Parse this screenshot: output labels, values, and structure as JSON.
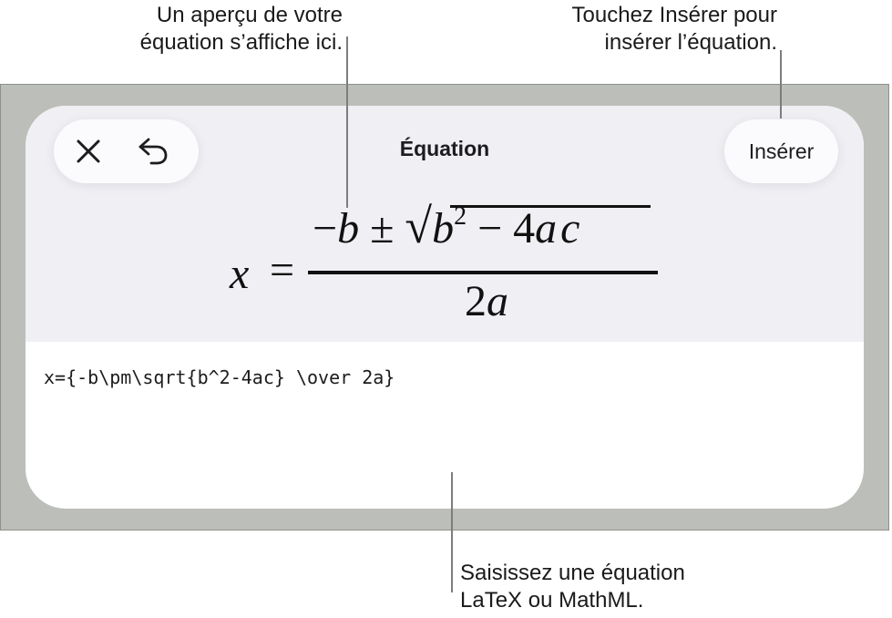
{
  "callouts": {
    "preview": {
      "line1": "Un aperçu de votre",
      "line2": "équation s’affiche ici."
    },
    "insert": {
      "line1": "Touchez Insérer pour",
      "line2": "insérer l’équation."
    },
    "input": {
      "line1": "Saisissez une équation",
      "line2": "LaTeX ou MathML."
    }
  },
  "sheet": {
    "title": "Équation",
    "insert_label": "Insérer",
    "icons": {
      "close": "close-icon",
      "undo": "undo-icon"
    }
  },
  "preview": {
    "lhs": "x",
    "equals": "=",
    "numerator": {
      "minus": "−",
      "b": "b",
      "pm": "±",
      "sqrt": "√",
      "b2_base": "b",
      "b2_exp": "2",
      "minus2": "−",
      "four": "4",
      "a": "a",
      "c": "c"
    },
    "denominator": {
      "two": "2",
      "a": "a"
    }
  },
  "editor": {
    "value": "x={-b\\pm\\sqrt{b^2-4ac} \\over 2a}"
  },
  "colors": {
    "frame": "#bcbeb9",
    "sheet_top": "#f0eff4",
    "sheet_bottom": "#ffffff",
    "pill": "#fbfbfd",
    "leader": "#7d7d7d"
  }
}
